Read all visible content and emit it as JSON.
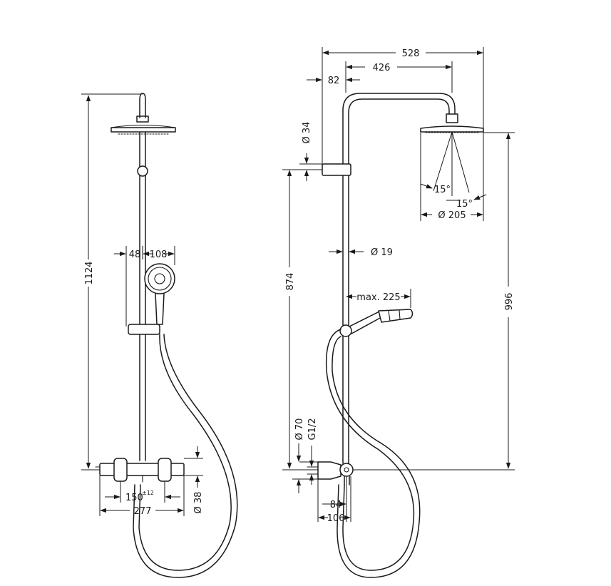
{
  "front_view": {
    "height_total": "1124",
    "offset_48": "48",
    "handshower_108": "108",
    "spacing": "150",
    "spacing_tol": "±12",
    "width_total": "277",
    "dia_38": "Ø 38"
  },
  "side_view": {
    "width_528": "528",
    "reach_426": "426",
    "wall_82": "82",
    "dia_34": "Ø 34",
    "height_874": "874",
    "height_996": "996",
    "dia_19": "Ø 19",
    "max_225": "max. 225",
    "angle_a": "15°",
    "angle_b": "15°",
    "dia_205": "Ø 205",
    "dia_70": "Ø 70",
    "thread": "G1/2",
    "dim_84": "84",
    "dim_106": "106"
  }
}
